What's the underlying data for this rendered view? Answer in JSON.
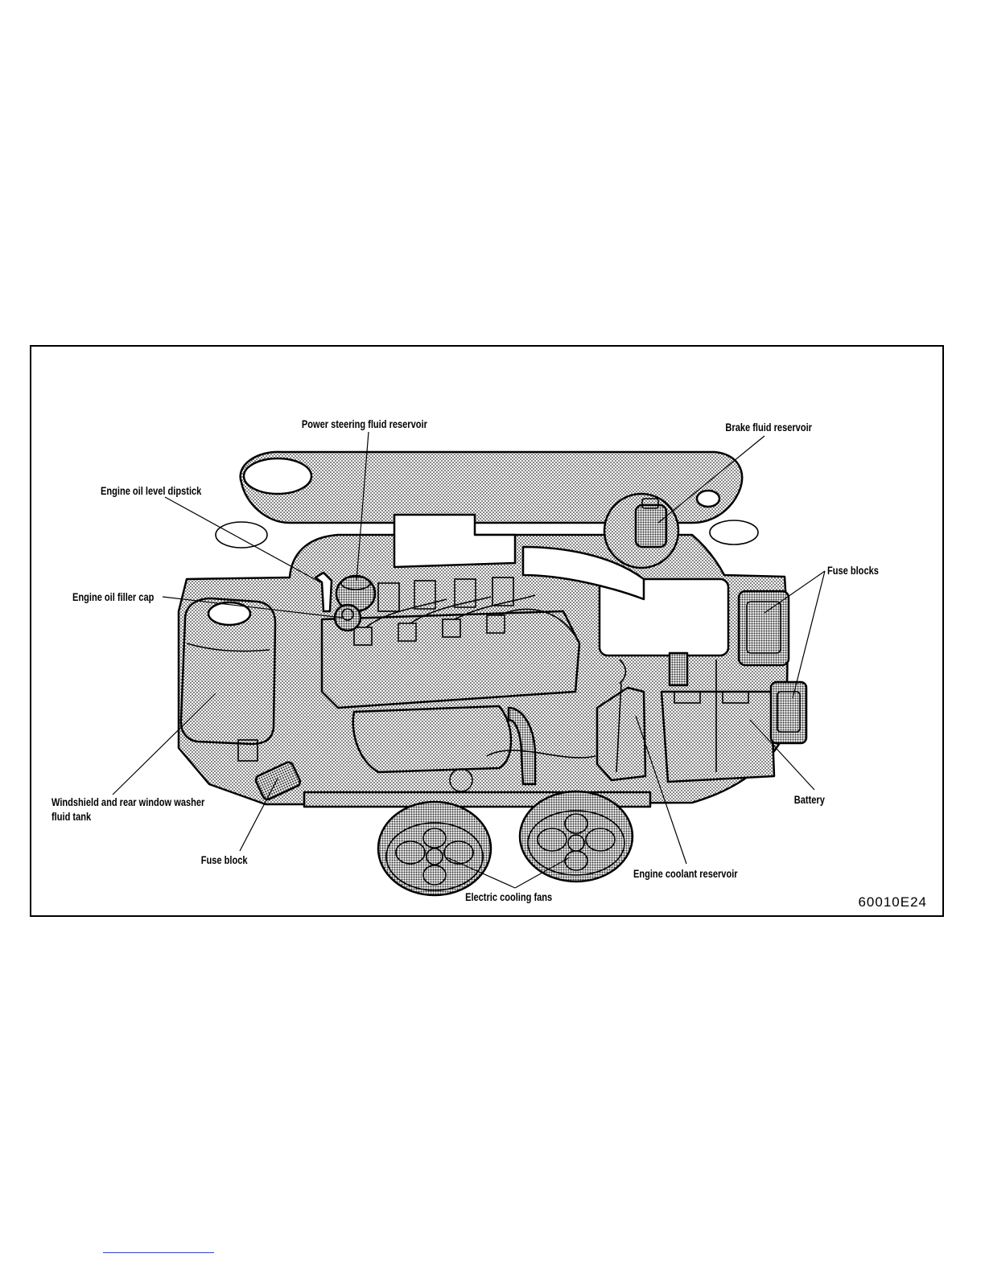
{
  "figure": {
    "code": "60010E24",
    "labels": {
      "power_steering": "Power steering fluid reservoir",
      "brake_fluid": "Brake fluid reservoir",
      "oil_dipstick": "Engine oil level dipstick",
      "fuse_blocks": "Fuse blocks",
      "oil_filler": "Engine oil filler cap",
      "washer_tank_line1": "Windshield and rear window washer",
      "washer_tank_line2": "fluid tank",
      "battery": "Battery",
      "fuse_block": "Fuse block",
      "coolant_reservoir": "Engine coolant reservoir",
      "cooling_fans": "Electric cooling fans"
    }
  },
  "colors": {
    "line": "#000000",
    "shade_light": "#d9d9d9",
    "shade_dark": "#9a9a9a",
    "link_underline": "#3344cc"
  }
}
